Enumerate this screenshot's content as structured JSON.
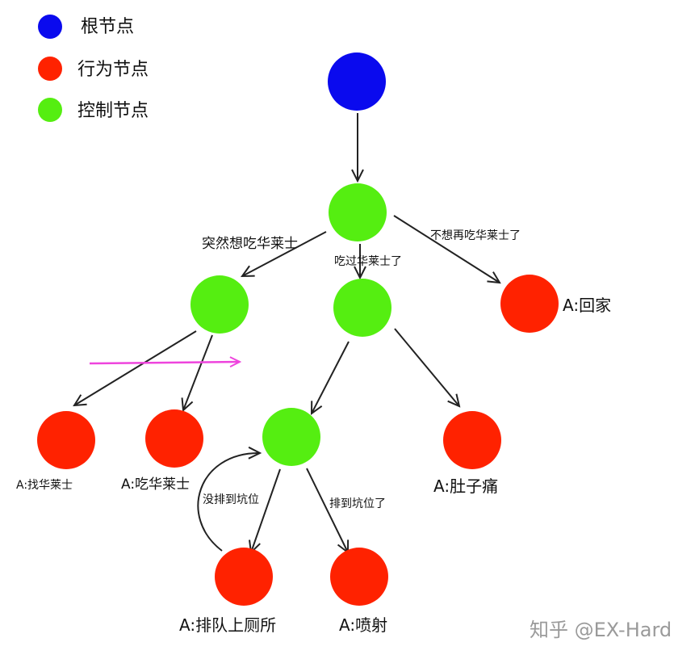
{
  "legend": [
    {
      "label": "根节点",
      "color": "#0a0aee"
    },
    {
      "label": "行为节点",
      "color": "#ff2200"
    },
    {
      "label": "控制节点",
      "color": "#55ee11"
    }
  ],
  "nodes": {
    "root": {
      "color": "#0a0aee"
    },
    "control_top": {
      "color": "#55ee11"
    },
    "control_left": {
      "color": "#55ee11"
    },
    "control_mid": {
      "color": "#55ee11"
    },
    "control_low": {
      "color": "#55ee11"
    },
    "action_go_home": {
      "label": "A:回家",
      "color": "#ff2200"
    },
    "action_find": {
      "label": "A:找华莱士",
      "color": "#ff2200"
    },
    "action_eat": {
      "label": "A:吃华莱士",
      "color": "#ff2200"
    },
    "action_stomach": {
      "label": "A:肚子痛",
      "color": "#ff2200"
    },
    "action_queue": {
      "label": "A:排队上厕所",
      "color": "#ff2200"
    },
    "action_spray": {
      "label": "A:喷射",
      "color": "#ff2200"
    }
  },
  "edge_labels": {
    "suddenly_want": "突然想吃华莱士",
    "already_ate": "吃过华莱士了",
    "no_more": "不想再吃华莱士了",
    "no_pit": "没排到坑位",
    "got_pit": "排到坑位了"
  },
  "annotation_arrow_color": "#ee44dd",
  "watermark": "知乎 @EX-Hard"
}
